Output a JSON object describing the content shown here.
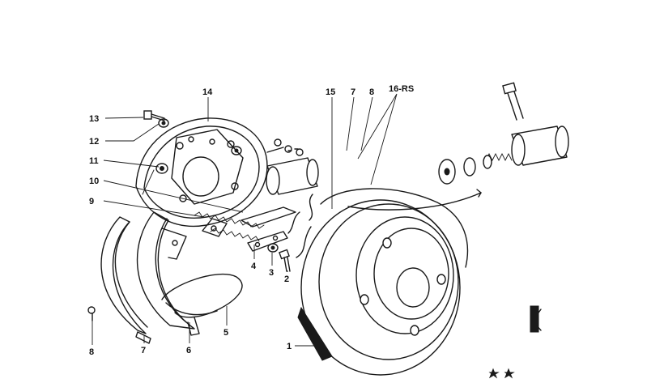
{
  "callouts": [
    {
      "id": "c1",
      "text": "1"
    },
    {
      "id": "c2",
      "text": "2"
    },
    {
      "id": "c3",
      "text": "3"
    },
    {
      "id": "c4",
      "text": "4"
    },
    {
      "id": "c5",
      "text": "5"
    },
    {
      "id": "c6",
      "text": "6"
    },
    {
      "id": "c7a",
      "text": "7"
    },
    {
      "id": "c7b",
      "text": "7"
    },
    {
      "id": "c8a",
      "text": "8"
    },
    {
      "id": "c8b",
      "text": "8"
    },
    {
      "id": "c9",
      "text": "9"
    },
    {
      "id": "c10",
      "text": "10"
    },
    {
      "id": "c11",
      "text": "11"
    },
    {
      "id": "c12",
      "text": "12"
    },
    {
      "id": "c13",
      "text": "13"
    },
    {
      "id": "c14",
      "text": "14"
    },
    {
      "id": "c15",
      "text": "15"
    },
    {
      "id": "c16",
      "text": "16-RS"
    }
  ]
}
